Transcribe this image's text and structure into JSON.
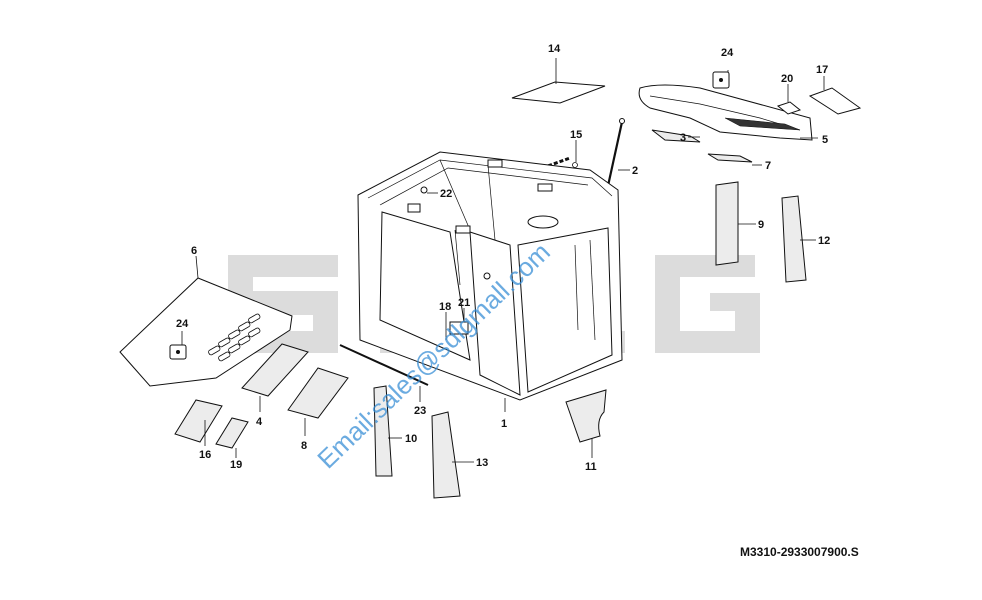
{
  "drawing_code": "M3310-2933007900.S",
  "watermark": {
    "brand": "SDLG",
    "email": "Email:sales@sdlgmall.com",
    "brand_color": "#d9d9d9",
    "email_color": "#3a8fd6"
  },
  "callouts": {
    "c1": "1",
    "c2": "2",
    "c3": "3",
    "c4": "4",
    "c5": "5",
    "c6": "6",
    "c7": "7",
    "c8": "8",
    "c9": "9",
    "c10": "10",
    "c11": "11",
    "c12": "12",
    "c13": "13",
    "c14": "14",
    "c15": "15",
    "c16": "16",
    "c17": "17",
    "c18": "18",
    "c19": "19",
    "c20": "20",
    "c21": "21",
    "c22": "22",
    "c23": "23",
    "c24a": "24",
    "c24b": "24"
  }
}
